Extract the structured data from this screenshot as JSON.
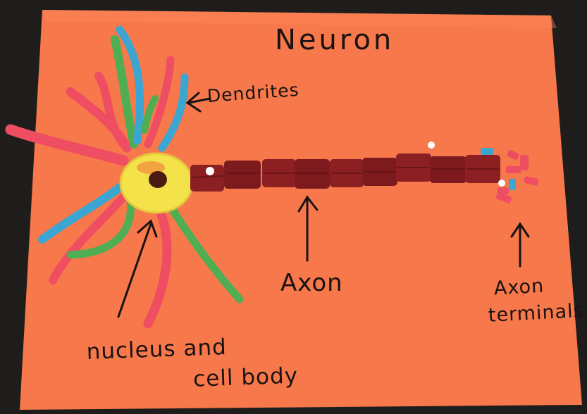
{
  "image": {
    "subject": "neuron",
    "background_color": "#1f1d1c",
    "paper_color": "#f6784b",
    "axon_color": "#8c1f22",
    "cell_body_color": "#f4e24b",
    "nucleus_color": "#4a1b10",
    "dendrite_colors": [
      "#ef4e62",
      "#3aa6d1",
      "#4fae52"
    ],
    "marker_color": "#1a1212"
  },
  "labels": {
    "title": "Neuron",
    "dendrites": "Dendrites",
    "axon": "Axon",
    "axon_terminals_line1": "Axon",
    "axon_terminals_line2": "terminals",
    "nucleus_line1": "nucleus and",
    "nucleus_line2": "cell body"
  }
}
